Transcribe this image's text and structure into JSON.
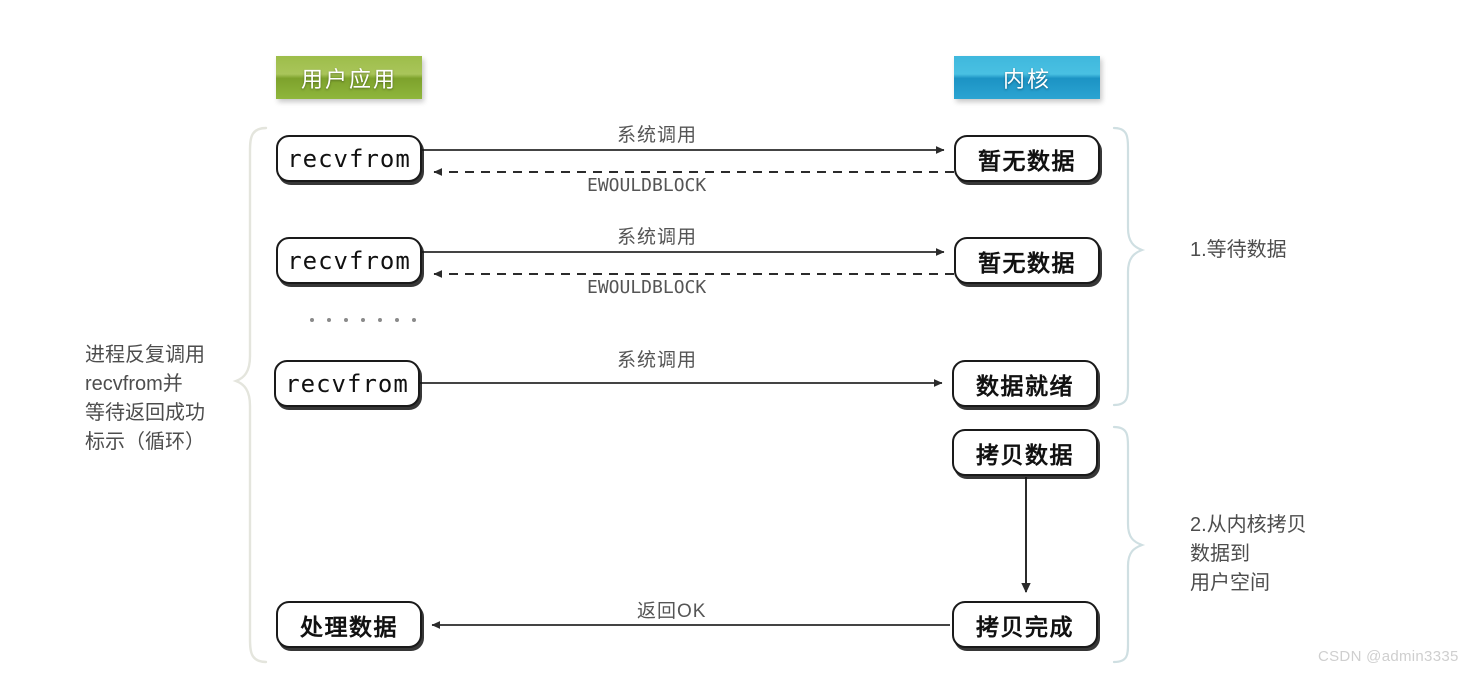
{
  "diagram": {
    "title_user": "用户应用",
    "title_kernel": "内核",
    "watermark": "CSDN @admin3335"
  },
  "colors": {
    "user_badge": "#9dbd4a",
    "kernel_badge": "#3fb8dd",
    "node_border": "#1a1a1a",
    "arrow": "#444444",
    "brace": "#c7d8d8",
    "label_text": "#555555"
  },
  "user_nodes": [
    {
      "id": "recvfrom-1",
      "label": "recvfrom"
    },
    {
      "id": "recvfrom-2",
      "label": "recvfrom"
    },
    {
      "id": "recvfrom-3",
      "label": "recvfrom"
    },
    {
      "id": "process-data",
      "label": "处理数据"
    }
  ],
  "kernel_nodes": [
    {
      "id": "no-data-1",
      "label": "暂无数据"
    },
    {
      "id": "no-data-2",
      "label": "暂无数据"
    },
    {
      "id": "data-ready",
      "label": "数据就绪"
    },
    {
      "id": "copy-data",
      "label": "拷贝数据"
    },
    {
      "id": "copy-done",
      "label": "拷贝完成"
    }
  ],
  "edges": [
    {
      "id": "syscall-1",
      "label": "系统调用",
      "style": "solid",
      "direction": "right"
    },
    {
      "id": "ewouldblock-1",
      "label": "EWOULDBLOCK",
      "style": "dashed",
      "direction": "left"
    },
    {
      "id": "syscall-2",
      "label": "系统调用",
      "style": "solid",
      "direction": "right"
    },
    {
      "id": "ewouldblock-2",
      "label": "EWOULDBLOCK",
      "style": "dashed",
      "direction": "left"
    },
    {
      "id": "syscall-3",
      "label": "系统调用",
      "style": "solid",
      "direction": "right"
    },
    {
      "id": "copy-flow",
      "label": "",
      "style": "solid",
      "direction": "down"
    },
    {
      "id": "return-ok",
      "label": "返回OK",
      "style": "solid",
      "direction": "left"
    }
  ],
  "annotations": {
    "left_note": "进程反复调用\nrecvfrom并\n等待返回成功\n标示（循环）",
    "right_note_1": "1.等待数据",
    "right_note_2": "2.从内核拷贝\n   数据到\n   用户空间"
  },
  "ellipsis": {
    "count": 7
  }
}
